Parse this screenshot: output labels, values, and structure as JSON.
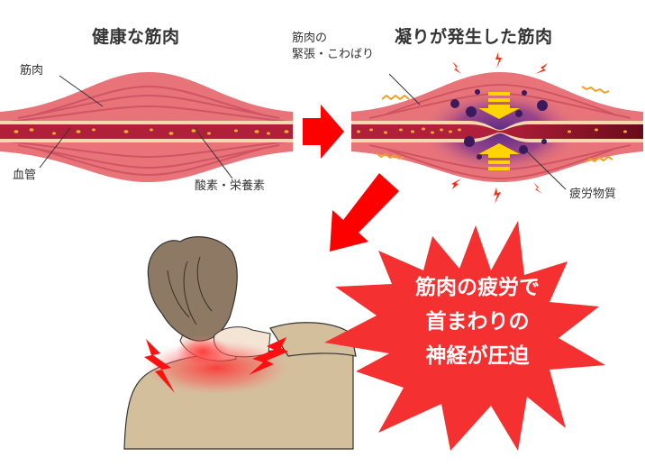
{
  "healthy": {
    "title": "健康な筋肉",
    "labels": {
      "muscle": "筋肉",
      "blood_vessel": "血管",
      "oxygen_nutrients": "酸素・栄養素"
    }
  },
  "stiff": {
    "title": "凝りが発生した筋肉",
    "labels": {
      "tension_line1": "筋肉の",
      "tension_line2": "緊張・こわばり",
      "fatigue_substance": "疲労物質"
    }
  },
  "callout": {
    "line1": "筋肉の疲労で",
    "line2": "首まわりの",
    "line3": "神経が圧迫"
  },
  "colors": {
    "muscle": "#e8747a",
    "muscle_stripe": "#c94a5c",
    "vessel": "#b0203a",
    "vessel_edge": "#f7d7b0",
    "nutrient": "#f0b030",
    "arrow_red": "#ff0000",
    "fatigue_purple": "#6a2a7a",
    "compress_arrow": "#ffd400",
    "burst_red": "#f53030",
    "hair": "#8e7a64",
    "skin_shirt": "#d4bf9c"
  }
}
